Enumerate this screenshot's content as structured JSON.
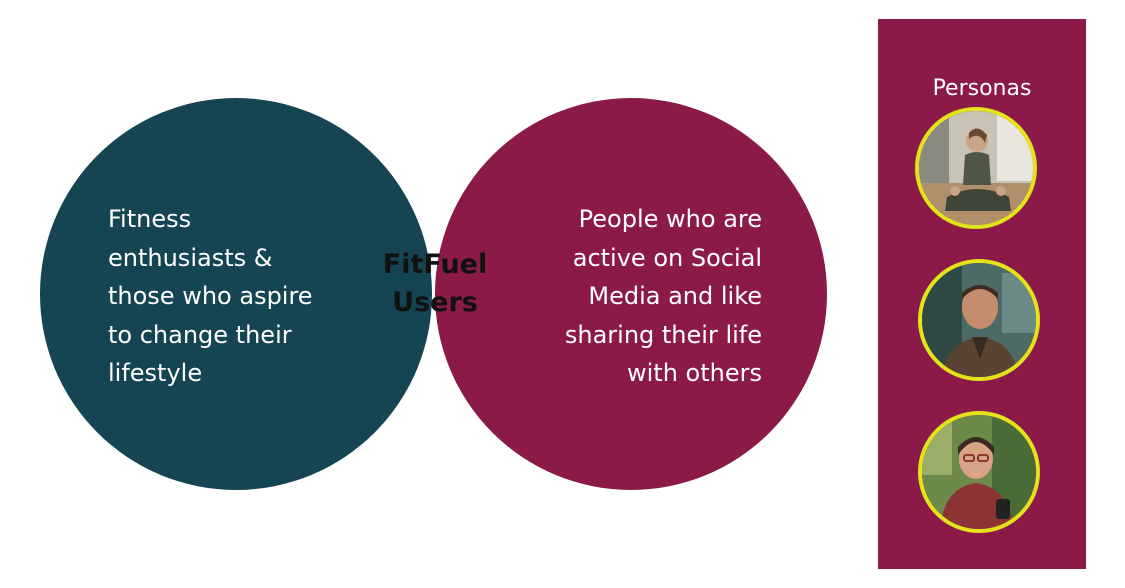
{
  "colors": {
    "left_circle": "#154552",
    "right_circle": "#8c1a48",
    "intersection": "#dde31c",
    "panel": "#8c1a48",
    "avatar_border": "#e3e31a"
  },
  "venn": {
    "left_label": "Fitness\nenthusiasts &\nthose who aspire\nto change their\nlifestyle",
    "right_label": "People who are\nactive on Social\nMedia and like\nsharing their life\nwith others",
    "center_label": "FitFuel\nUsers"
  },
  "personas": {
    "title": "Personas",
    "items": [
      {
        "icon": "persona-yoga-woman-photo"
      },
      {
        "icon": "persona-man-photo"
      },
      {
        "icon": "persona-older-woman-photo"
      }
    ]
  }
}
